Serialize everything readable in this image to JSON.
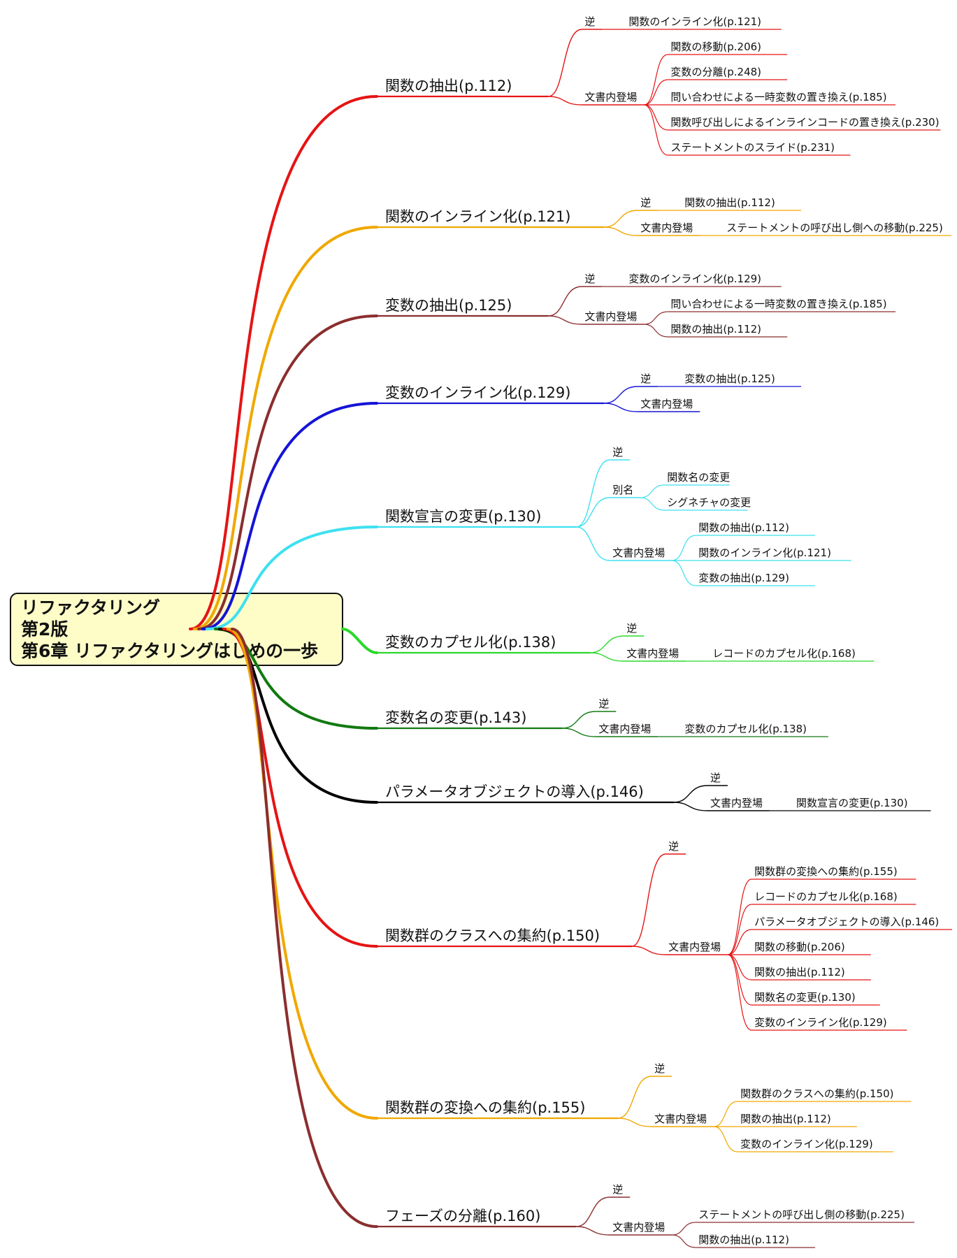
{
  "root": {
    "lines": [
      "リファクタリング",
      "第2版",
      "第6章 リファクタリングはじめの一歩"
    ]
  },
  "branches": [
    {
      "color": "#e51414",
      "label": "関数の抽出(p.112)",
      "reverse": "逆",
      "reverse_items": [
        "関数のインライン化(p.121)"
      ],
      "appears": "文書内登場",
      "appears_items": [
        "関数の移動(p.206)",
        "変数の分離(p.248)",
        "問い合わせによる一時変数の置き換え(p.185)",
        "関数呼び出しによるインラインコードの置き換え(p.230)",
        "ステートメントのスライド(p.231)"
      ]
    },
    {
      "color": "#f0a800",
      "label": "関数のインライン化(p.121)",
      "reverse": "逆",
      "reverse_items": [
        "関数の抽出(p.112)"
      ],
      "appears": "文書内登場",
      "appears_items": [
        "ステートメントの呼び出し側への移動(p.225)"
      ]
    },
    {
      "color": "#8b2e2e",
      "label": "変数の抽出(p.125)",
      "reverse": "逆",
      "reverse_items": [
        "変数のインライン化(p.129)"
      ],
      "appears": "文書内登場",
      "appears_items": [
        "問い合わせによる一時変数の置き換え(p.185)",
        "関数の抽出(p.112)"
      ]
    },
    {
      "color": "#1414d6",
      "label": "変数のインライン化(p.129)",
      "reverse": "逆",
      "reverse_items": [
        "変数の抽出(p.125)"
      ],
      "appears": "文書内登場",
      "appears_items": []
    },
    {
      "color": "#3ee0f0",
      "label": "関数宣言の変更(p.130)",
      "reverse": "逆",
      "reverse_items": [],
      "alias": "別名",
      "alias_items": [
        "関数名の変更",
        "シグネチャの変更"
      ],
      "appears": "文書内登場",
      "appears_items": [
        "関数の抽出(p.112)",
        "関数のインライン化(p.121)",
        "変数の抽出(p.129)"
      ]
    },
    {
      "color": "#2ad82a",
      "label": "変数のカプセル化(p.138)",
      "reverse": "逆",
      "reverse_items": [],
      "appears": "文書内登場",
      "appears_items": [
        "レコードのカプセル化(p.168)"
      ]
    },
    {
      "color": "#117a11",
      "label": "変数名の変更(p.143)",
      "reverse": "逆",
      "reverse_items": [],
      "appears": "文書内登場",
      "appears_items": [
        "変数のカプセル化(p.138)"
      ]
    },
    {
      "color": "#000000",
      "label": "パラメータオブジェクトの導入(p.146)",
      "reverse": "逆",
      "reverse_items": [],
      "appears": "文書内登場",
      "appears_items": [
        "関数宣言の変更(p.130)"
      ]
    },
    {
      "color": "#e51414",
      "label": "関数群のクラスへの集約(p.150)",
      "reverse": "逆",
      "reverse_items": [],
      "appears": "文書内登場",
      "appears_items": [
        "関数群の変換への集約(p.155)",
        "レコードのカプセル化(p.168)",
        "パラメータオブジェクトの導入(p.146)",
        "関数の移動(p.206)",
        "関数の抽出(p.112)",
        "関数名の変更(p.130)",
        "変数のインライン化(p.129)"
      ]
    },
    {
      "color": "#f0a800",
      "label": "関数群の変換への集約(p.155)",
      "reverse": "逆",
      "reverse_items": [],
      "appears": "文書内登場",
      "appears_items": [
        "関数群のクラスへの集約(p.150)",
        "関数の抽出(p.112)",
        "変数のインライン化(p.129)"
      ]
    },
    {
      "color": "#8b2e2e",
      "label": "フェーズの分離(p.160)",
      "reverse": "逆",
      "reverse_items": [],
      "appears": "文書内登場",
      "appears_items": [
        "ステートメントの呼び出し側の移動(p.225)",
        "関数の抽出(p.112)"
      ]
    }
  ]
}
